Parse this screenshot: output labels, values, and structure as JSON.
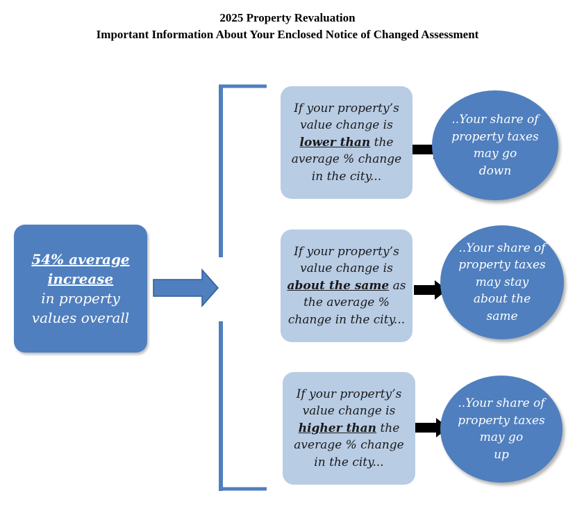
{
  "header": {
    "title": "2025 Property Revaluation",
    "subtitle": "Important Information About Your Enclosed Notice of Changed Assessment"
  },
  "main": {
    "line1": "54% average",
    "line2": "increase",
    "line3": "in property",
    "line4": "values overall"
  },
  "conditions": {
    "lower": {
      "pre1": "If your property’s",
      "pre2": "value change is",
      "emph": "lower than",
      "post1": " the",
      "post2": "average % change",
      "post3": "in the city..."
    },
    "same": {
      "pre1": "If your property’s",
      "pre2": "value change is",
      "emph": "about the same",
      "post1": " as",
      "post2": "the average %",
      "post3": "change in the city..."
    },
    "higher": {
      "pre1": "If your property’s",
      "pre2": "value change is",
      "emph": "higher than",
      "post1": " the",
      "post2": "average % change",
      "post3": "in the city..."
    }
  },
  "results": {
    "down": [
      "..Your share of",
      "property taxes",
      "may go",
      "down"
    ],
    "same": [
      "..Your share of",
      "property taxes",
      "may stay",
      "about the",
      "same"
    ],
    "up": [
      "..Your share of",
      "property taxes",
      "may go",
      "up"
    ]
  },
  "colors": {
    "primary": "#4f7fbe",
    "light": "#b8cce4",
    "arrow_small": "#000000",
    "bracket": "#4f7fbe"
  }
}
